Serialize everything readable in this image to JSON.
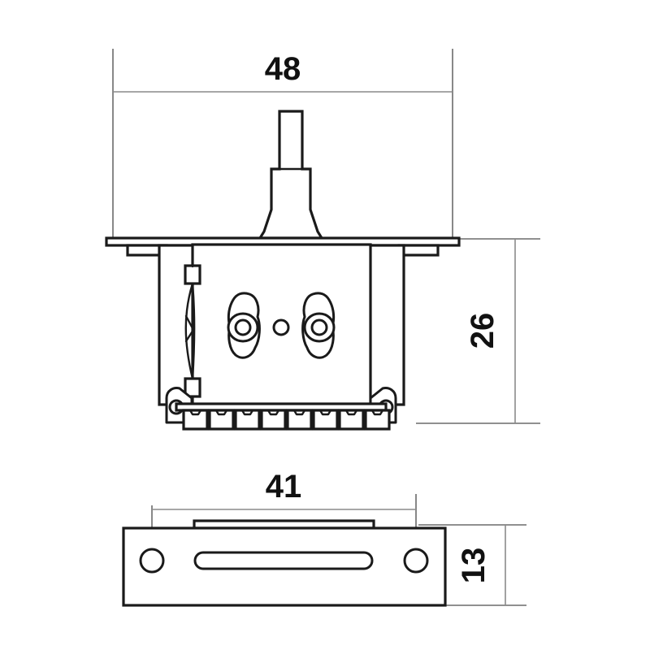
{
  "drawing": {
    "title": "Guitar Selector Switch Dimensional Drawing",
    "units_note": "",
    "background_color": "#ffffff",
    "line_color": "#1a1a1a",
    "dimension_line_color": "#8a8a8a"
  },
  "dimensions": {
    "front_width": {
      "label": "48",
      "orientation": "horizontal",
      "view": "front-elevation"
    },
    "front_height": {
      "label": "26",
      "orientation": "vertical-rotated",
      "view": "front-elevation"
    },
    "bottom_width": {
      "label": "41",
      "orientation": "horizontal",
      "view": "bottom-view"
    },
    "bottom_height": {
      "label": "13",
      "orientation": "vertical-rotated",
      "view": "bottom-view"
    }
  },
  "views": {
    "front": {
      "name": "front-elevation",
      "parts": [
        "toggle-lever",
        "mounting-plate",
        "switch-body",
        "detent-spring",
        "contact-rivets",
        "terminal-lugs",
        "mounting-ears"
      ]
    },
    "bottom": {
      "name": "bottom-view",
      "parts": [
        "base-plate",
        "mounting-hole-left",
        "mounting-hole-right",
        "center-slot",
        "raised-strip"
      ]
    }
  },
  "counts": {
    "terminal_lugs": 8,
    "mounting_holes": 2,
    "contact_rivets": 2
  }
}
